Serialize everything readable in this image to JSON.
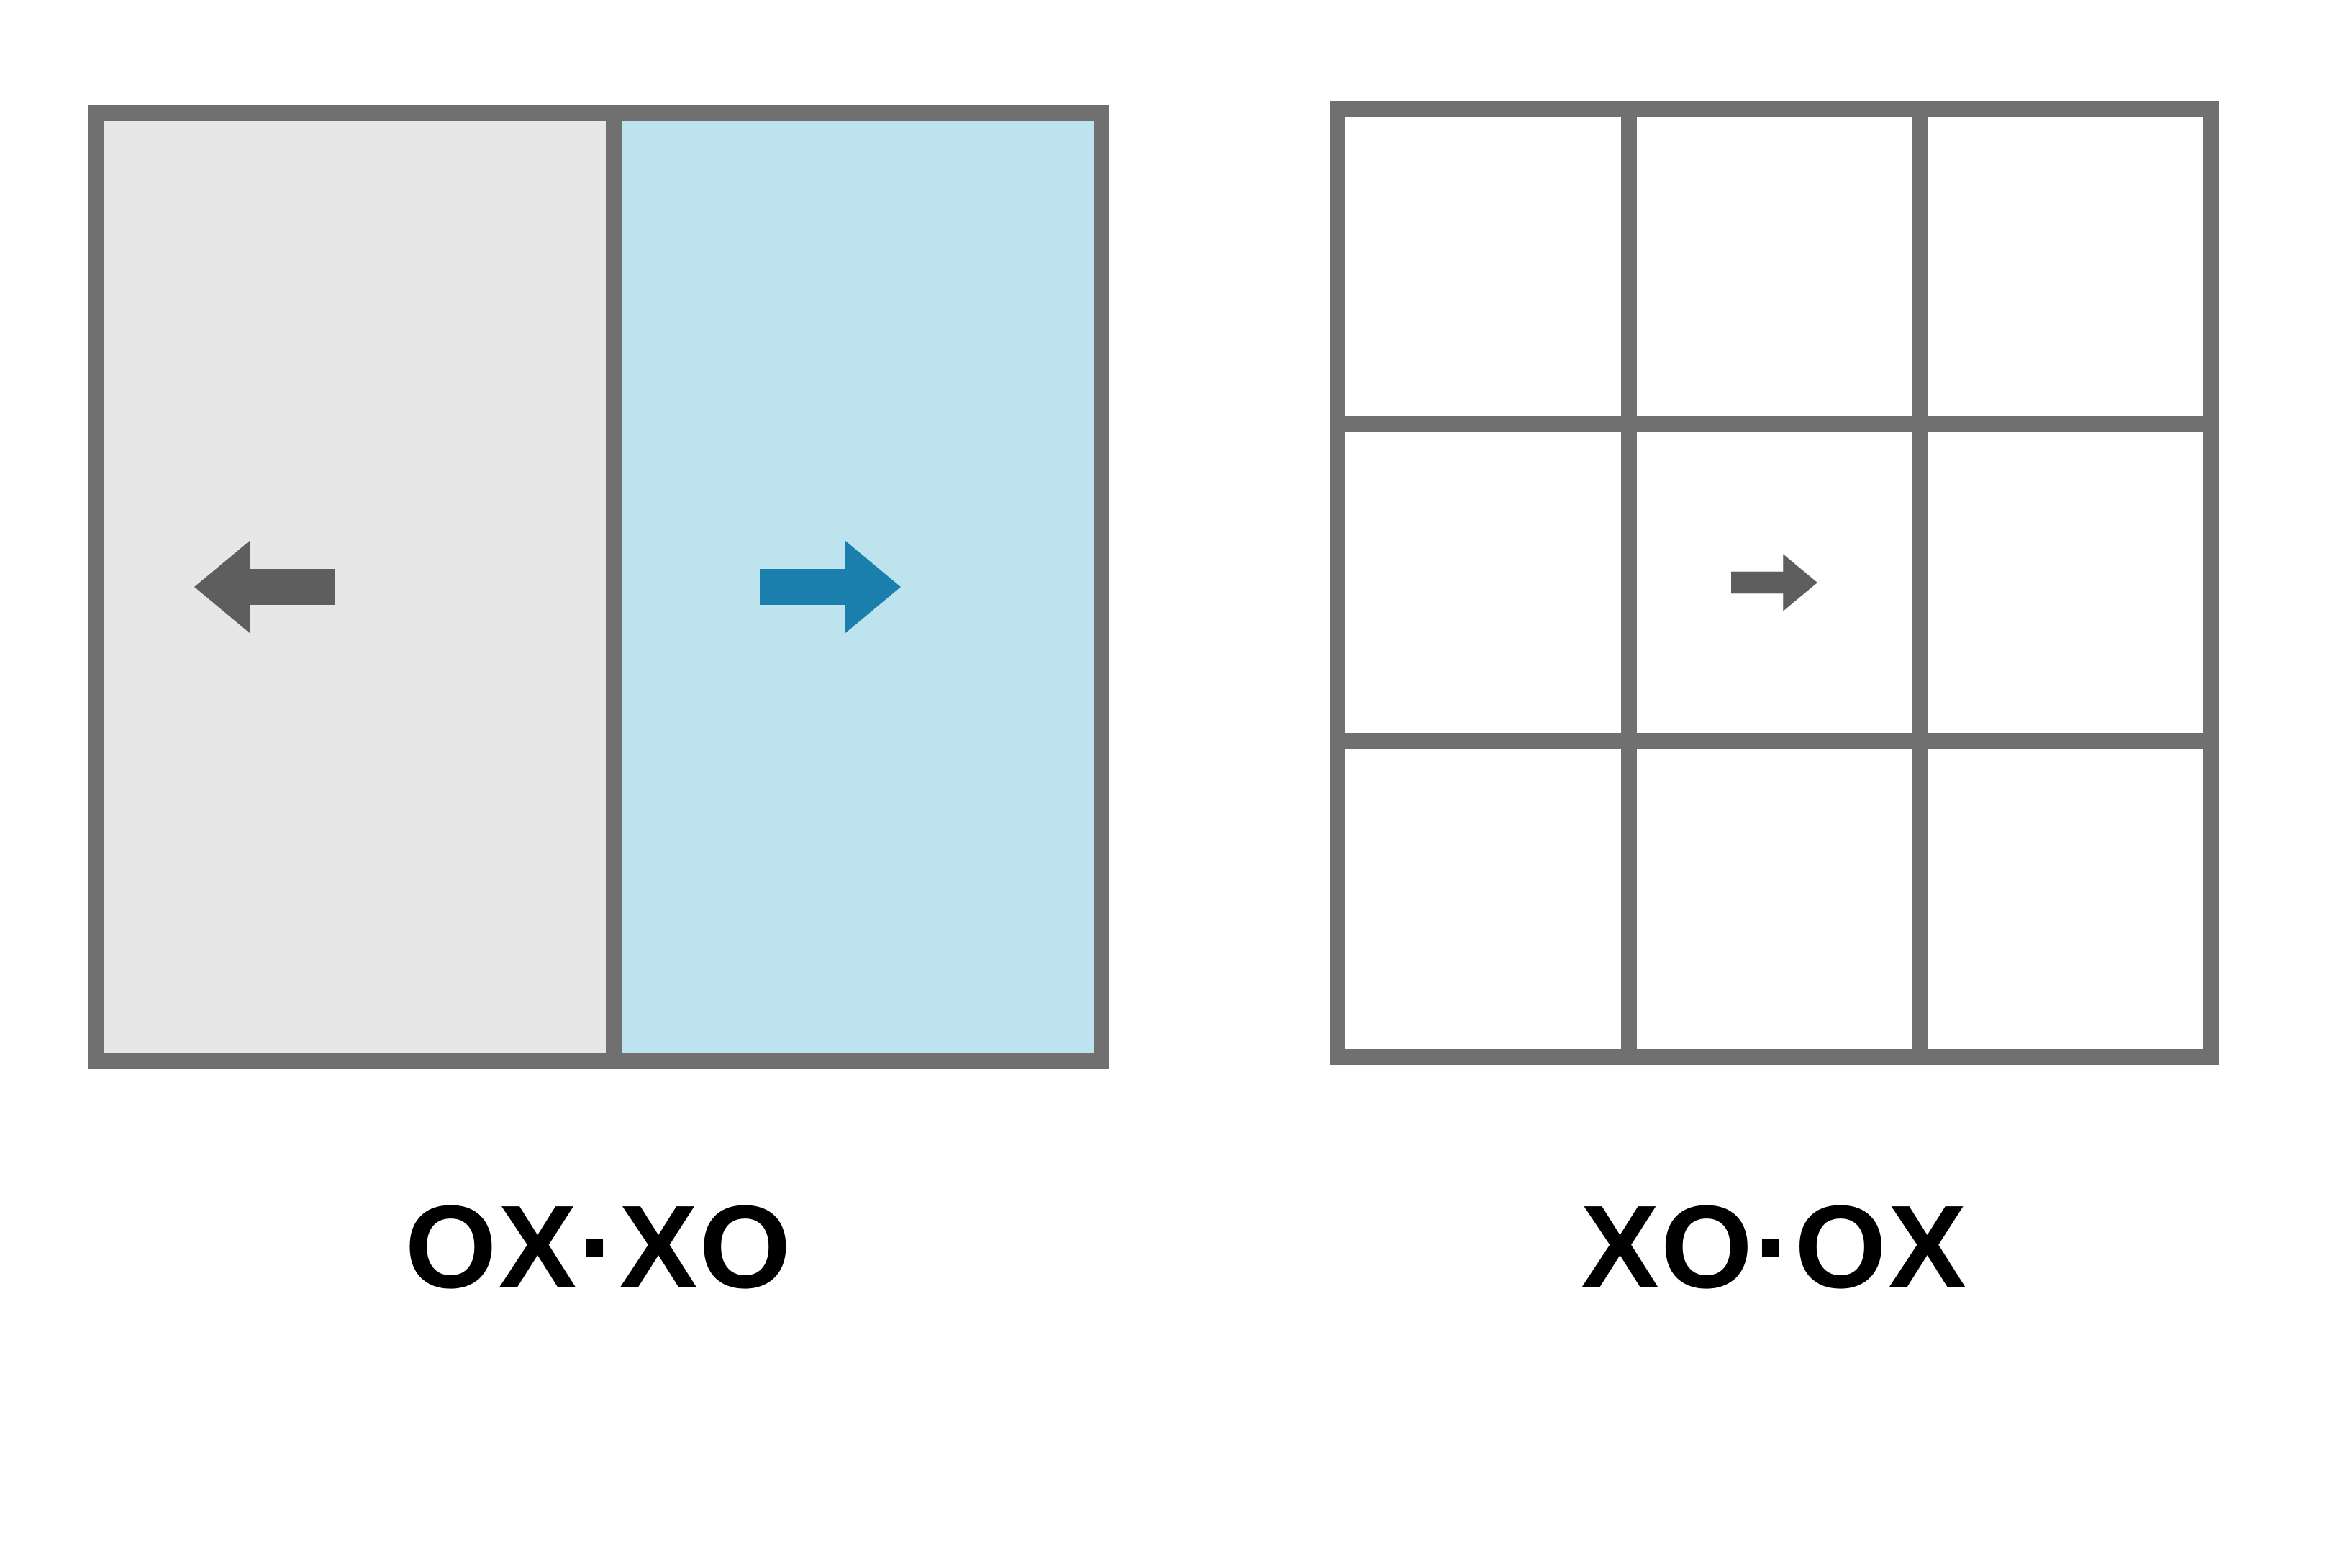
{
  "figure": {
    "title": "",
    "panels": [
      {
        "id": "two-pane-box",
        "caption": "OX·XO",
        "panes": [
          {
            "id": "pane-left",
            "fill": "#e7e7e7",
            "arrow": {
              "direction": "left",
              "color": "#5e5e5e",
              "icon": "arrow-left-icon"
            }
          },
          {
            "id": "pane-right",
            "fill": "#bde3ef",
            "arrow": {
              "direction": "right",
              "color": "#1b7fad",
              "icon": "arrow-right-icon"
            }
          }
        ],
        "border_color": "#707070"
      },
      {
        "id": "three-by-three-grid",
        "caption": "XO·OX",
        "rows": 3,
        "cols": 3,
        "cell_fill": "#ffffff",
        "border_color": "#707070",
        "cells": [
          {
            "row": 0,
            "col": 0,
            "arrow": null
          },
          {
            "row": 0,
            "col": 1,
            "arrow": null
          },
          {
            "row": 0,
            "col": 2,
            "arrow": null
          },
          {
            "row": 1,
            "col": 0,
            "arrow": null
          },
          {
            "row": 1,
            "col": 1,
            "arrow": {
              "direction": "right",
              "color": "#5e5e5e",
              "icon": "arrow-right-icon"
            }
          },
          {
            "row": 1,
            "col": 2,
            "arrow": null
          },
          {
            "row": 2,
            "col": 0,
            "arrow": null
          },
          {
            "row": 2,
            "col": 1,
            "arrow": null
          },
          {
            "row": 2,
            "col": 2,
            "arrow": null
          }
        ]
      }
    ]
  },
  "captions": {
    "left": "OX·XO",
    "right": "XO·OX"
  },
  "colors": {
    "border_gray": "#707070",
    "pane_gray": "#e7e7e7",
    "pane_blue": "#bde3ef",
    "arrow_gray": "#5e5e5e",
    "arrow_blue": "#1b7fad",
    "cell_white": "#ffffff",
    "text_black": "#000000"
  }
}
